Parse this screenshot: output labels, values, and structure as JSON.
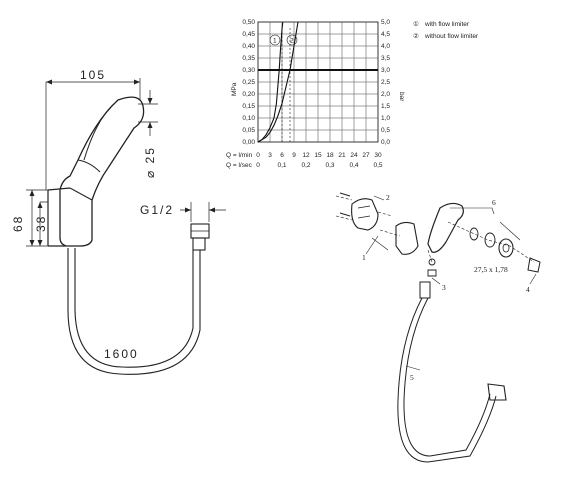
{
  "dimensions": {
    "width_top": "105",
    "head_diameter": "⌀ 25",
    "height_outer": "68",
    "height_inner": "38",
    "thread": "G1/2",
    "hose_length": "1600"
  },
  "chart_data": {
    "type": "line",
    "x_label_lmin": "Q = l/min",
    "x_label_lsec": "Q = l/sec",
    "x_ticks_lmin": [
      "0",
      "3",
      "6",
      "9",
      "12",
      "15",
      "18",
      "21",
      "24",
      "27",
      "30"
    ],
    "x_ticks_lsec": [
      "0",
      "0,1",
      "0,2",
      "0,3",
      "0,4",
      "0,5"
    ],
    "y_label_left": "MPa",
    "y_label_right": "bar",
    "y_ticks_left": [
      "0,50",
      "0,45",
      "0,40",
      "0,35",
      "0,30",
      "0,25",
      "0,20",
      "0,15",
      "0,10",
      "0,05",
      "0,00"
    ],
    "y_ticks_right": [
      "5,0",
      "4,5",
      "4,0",
      "3,5",
      "3,0",
      "2,5",
      "2,0",
      "1,5",
      "1,0",
      "0,5",
      "0,0"
    ],
    "xlim": [
      0,
      30
    ],
    "ylim": [
      0,
      0.5
    ],
    "grid": true,
    "reference_line_mpa": 0.3,
    "series": [
      {
        "name": "with flow limiter",
        "marker": "①",
        "style": "solid",
        "points": [
          [
            0,
            0
          ],
          [
            1,
            0.01
          ],
          [
            2,
            0.03
          ],
          [
            3,
            0.06
          ],
          [
            4,
            0.1
          ],
          [
            4.6,
            0.16
          ],
          [
            5,
            0.24
          ],
          [
            5.3,
            0.3
          ],
          [
            5.6,
            0.38
          ],
          [
            6,
            0.47
          ],
          [
            6.2,
            0.5
          ]
        ]
      },
      {
        "name": "without flow limiter",
        "marker": "②",
        "style": "solid",
        "points": [
          [
            0,
            0
          ],
          [
            1,
            0.01
          ],
          [
            2,
            0.02
          ],
          [
            3,
            0.04
          ],
          [
            4,
            0.07
          ],
          [
            5,
            0.11
          ],
          [
            6,
            0.16
          ],
          [
            7,
            0.23
          ],
          [
            8,
            0.3
          ],
          [
            9,
            0.4
          ],
          [
            10,
            0.5
          ]
        ]
      }
    ],
    "legend": [
      {
        "marker": "①",
        "label": "with flow limiter"
      },
      {
        "marker": "②",
        "label": "without flow limiter"
      }
    ],
    "legend_position": "top-right"
  },
  "parts": {
    "labels": [
      "1",
      "2",
      "3",
      "4",
      "5",
      "6"
    ],
    "oring_size": "27,5 x 1,78"
  }
}
